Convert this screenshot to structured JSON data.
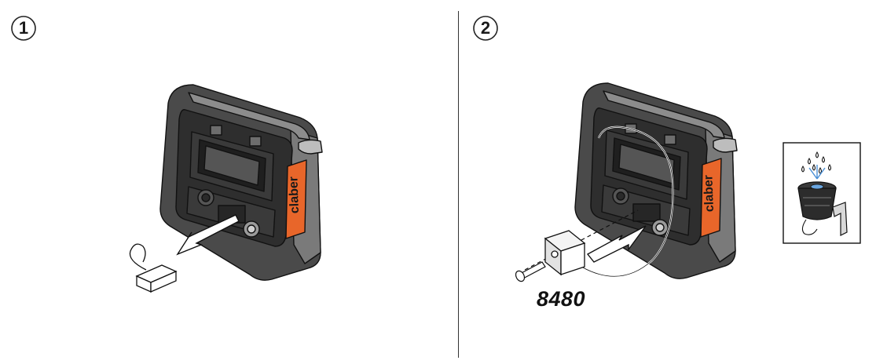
{
  "steps": [
    {
      "number": "1",
      "brand": "claber"
    },
    {
      "number": "2",
      "brand": "claber",
      "accessory_code": "8480"
    }
  ],
  "colors": {
    "body_dark": "#3f3f3f",
    "body_mid": "#6b6b6b",
    "body_light": "#a8a8a8",
    "accent_orange": "#e8662a",
    "outline": "#111111"
  },
  "icons": [
    "device-controller",
    "arrow-out",
    "arrow-in",
    "sensor-module",
    "screw",
    "sprinkler-icon"
  ]
}
